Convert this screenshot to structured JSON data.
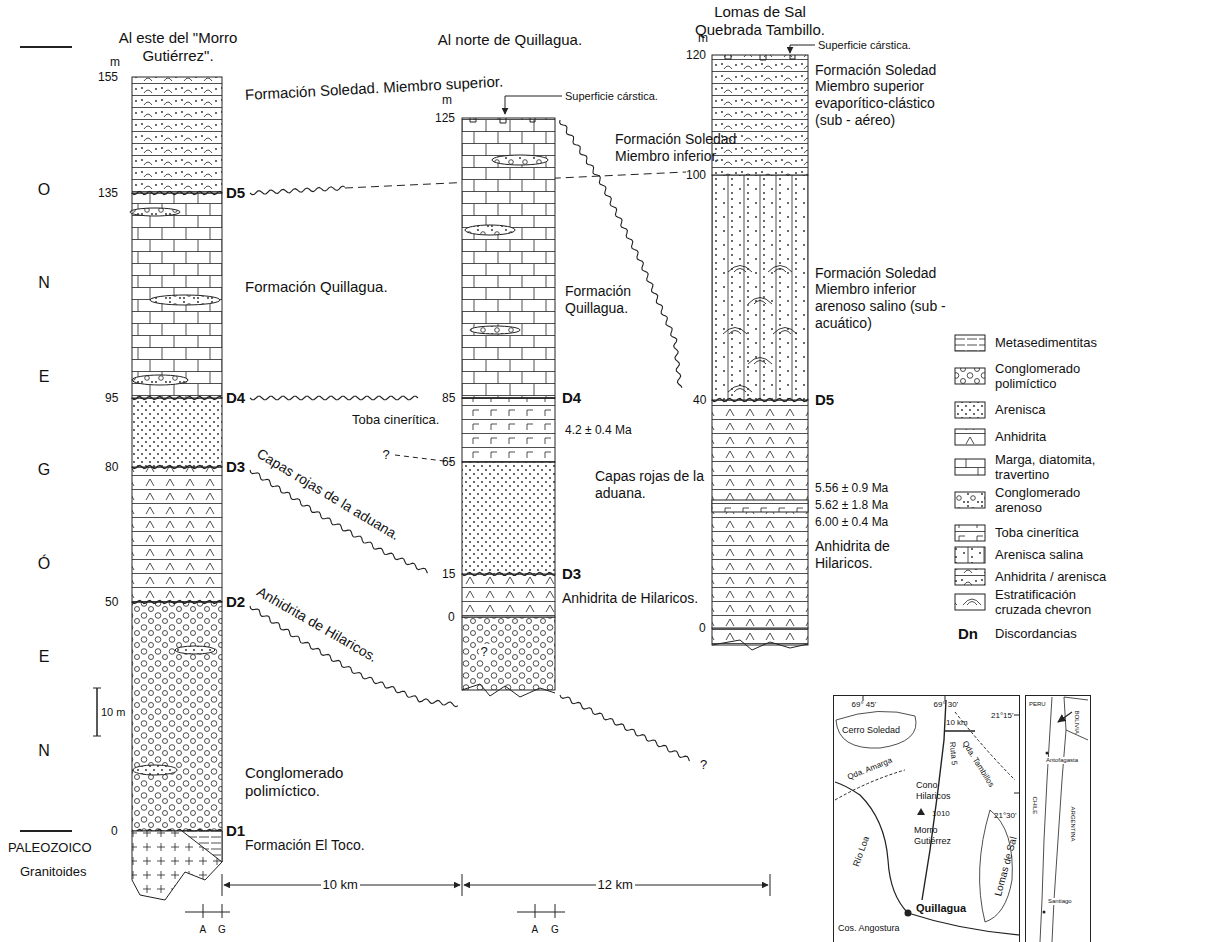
{
  "diagram": {
    "nodes": [
      {
        "text": [
          "Al este del \"Morro Gutiérrez\"."
        ]
      },
      {
        "text": [
          "Al norte de Quillagua."
        ]
      },
      {
        "text": [
          "Lomas de Sal Quebrada Tambillo."
        ]
      },
      {
        "text": [
          "69° 45'",
          "69° 30'",
          "21°15'",
          "10 km",
          "Cerro Soledad",
          "Ruta 5",
          "Qda. Amarga",
          "Cono Hilaricos",
          "1010",
          "Morro Gutiérrez",
          "Qda. Tambillos",
          "21°30'",
          "Lomas de Sal",
          "Río Loa",
          "Cos. Angostura",
          "Quillagua"
        ]
      },
      {
        "text": [
          "PERU",
          "BOLIVIA",
          "Antofagasta",
          "CHILE",
          "ARGENTINA",
          "Santiago"
        ]
      }
    ],
    "labels": [
      "m",
      "155",
      "135",
      "95",
      "80",
      "50",
      "0",
      "10 m",
      "NEÓGENO",
      "D5",
      "D4",
      "D3",
      "D2",
      "D1",
      "Formación Soledad. Miembro superior.",
      "Formación Quillagua.",
      "Capas rojas de la aduana.",
      "Anhidrita de Hilaricos.",
      "Conglomerado polimíctico.",
      "PALEOZOICO",
      "Granitoides",
      "Formación El Toco.",
      "10 km",
      "A",
      "G",
      "m",
      "125",
      "85",
      "65",
      "15",
      "0",
      "Superficie cárstica.",
      "Formación Soledad Miembro inferior.",
      "Formación Quillagua.",
      "D4",
      "Toba cinerítica.",
      "?",
      "4.2 ± 0.4 Ma",
      "Capas rojas de la aduana.",
      "D3",
      "Anhidrita de Hilaricos.",
      "?",
      "?",
      "A",
      "G",
      "12 km",
      "m",
      "120",
      "100",
      "40",
      "0",
      "Superficie cárstica.",
      "Formación Soledad Miembro superior evaporítico-clástico (sub - aéreo)",
      "Formación Soledad Miembro inferior arenoso salino (sub - acuático)",
      "D5",
      "5.56 ± 0.9 Ma",
      "5.62 ± 1.8 Ma",
      "6.00 ± 0.4 Ma",
      "Anhidrita de Hilaricos.",
      "Dn"
    ],
    "legend": [
      {
        "text": "Metasedimentitas"
      },
      {
        "text": "Conglomerado polimíctico"
      },
      {
        "text": "Arenisca"
      },
      {
        "text": "Anhidrita"
      },
      {
        "text": "Marga, diatomita, travertino"
      },
      {
        "text": "Conglomerado arenoso"
      },
      {
        "text": "Toba cinerítica"
      },
      {
        "text": "Arenisca salina"
      },
      {
        "text": "Anhidrita / arenisca"
      },
      {
        "text": "Estratificación cruzada chevron"
      },
      {
        "text": "Discordancias"
      }
    ]
  }
}
